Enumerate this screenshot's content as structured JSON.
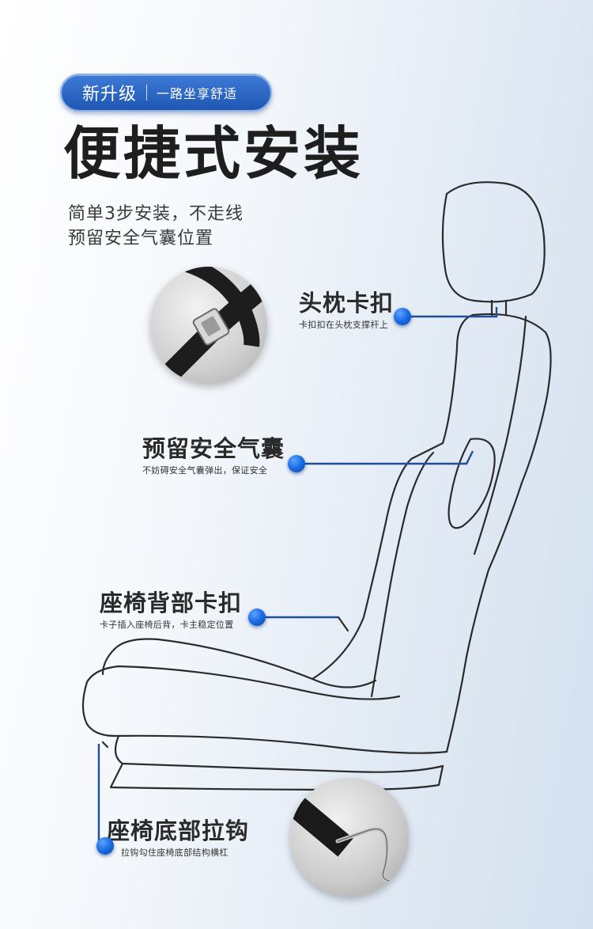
{
  "badge": {
    "main": "新升级",
    "sub": "一路坐享舒适"
  },
  "title": "便捷式安装",
  "subtitle": {
    "line1": "简单3步安装，不走线",
    "line2": "预留安全气囊位置"
  },
  "callouts": [
    {
      "title": "头枕卡扣",
      "desc": "卡扣扣在头枕支撑杆上"
    },
    {
      "title": "预留安全气囊",
      "desc": "不妨碍安全气囊弹出，保证安全"
    },
    {
      "title": "座椅背部卡扣",
      "desc": "卡子插入座椅后背，卡主稳定位置"
    },
    {
      "title": "座椅底部拉钩",
      "desc": "拉钩勾住座椅底部结构横杠"
    }
  ],
  "icons": {
    "buckle_photo": "strap-buckle-icon",
    "hook_photo": "strap-hook-icon"
  },
  "colors": {
    "accent": "#1f57b3",
    "dot": "#1d6fe8",
    "line": "#1f4f99",
    "title": "#1e1e1e"
  }
}
